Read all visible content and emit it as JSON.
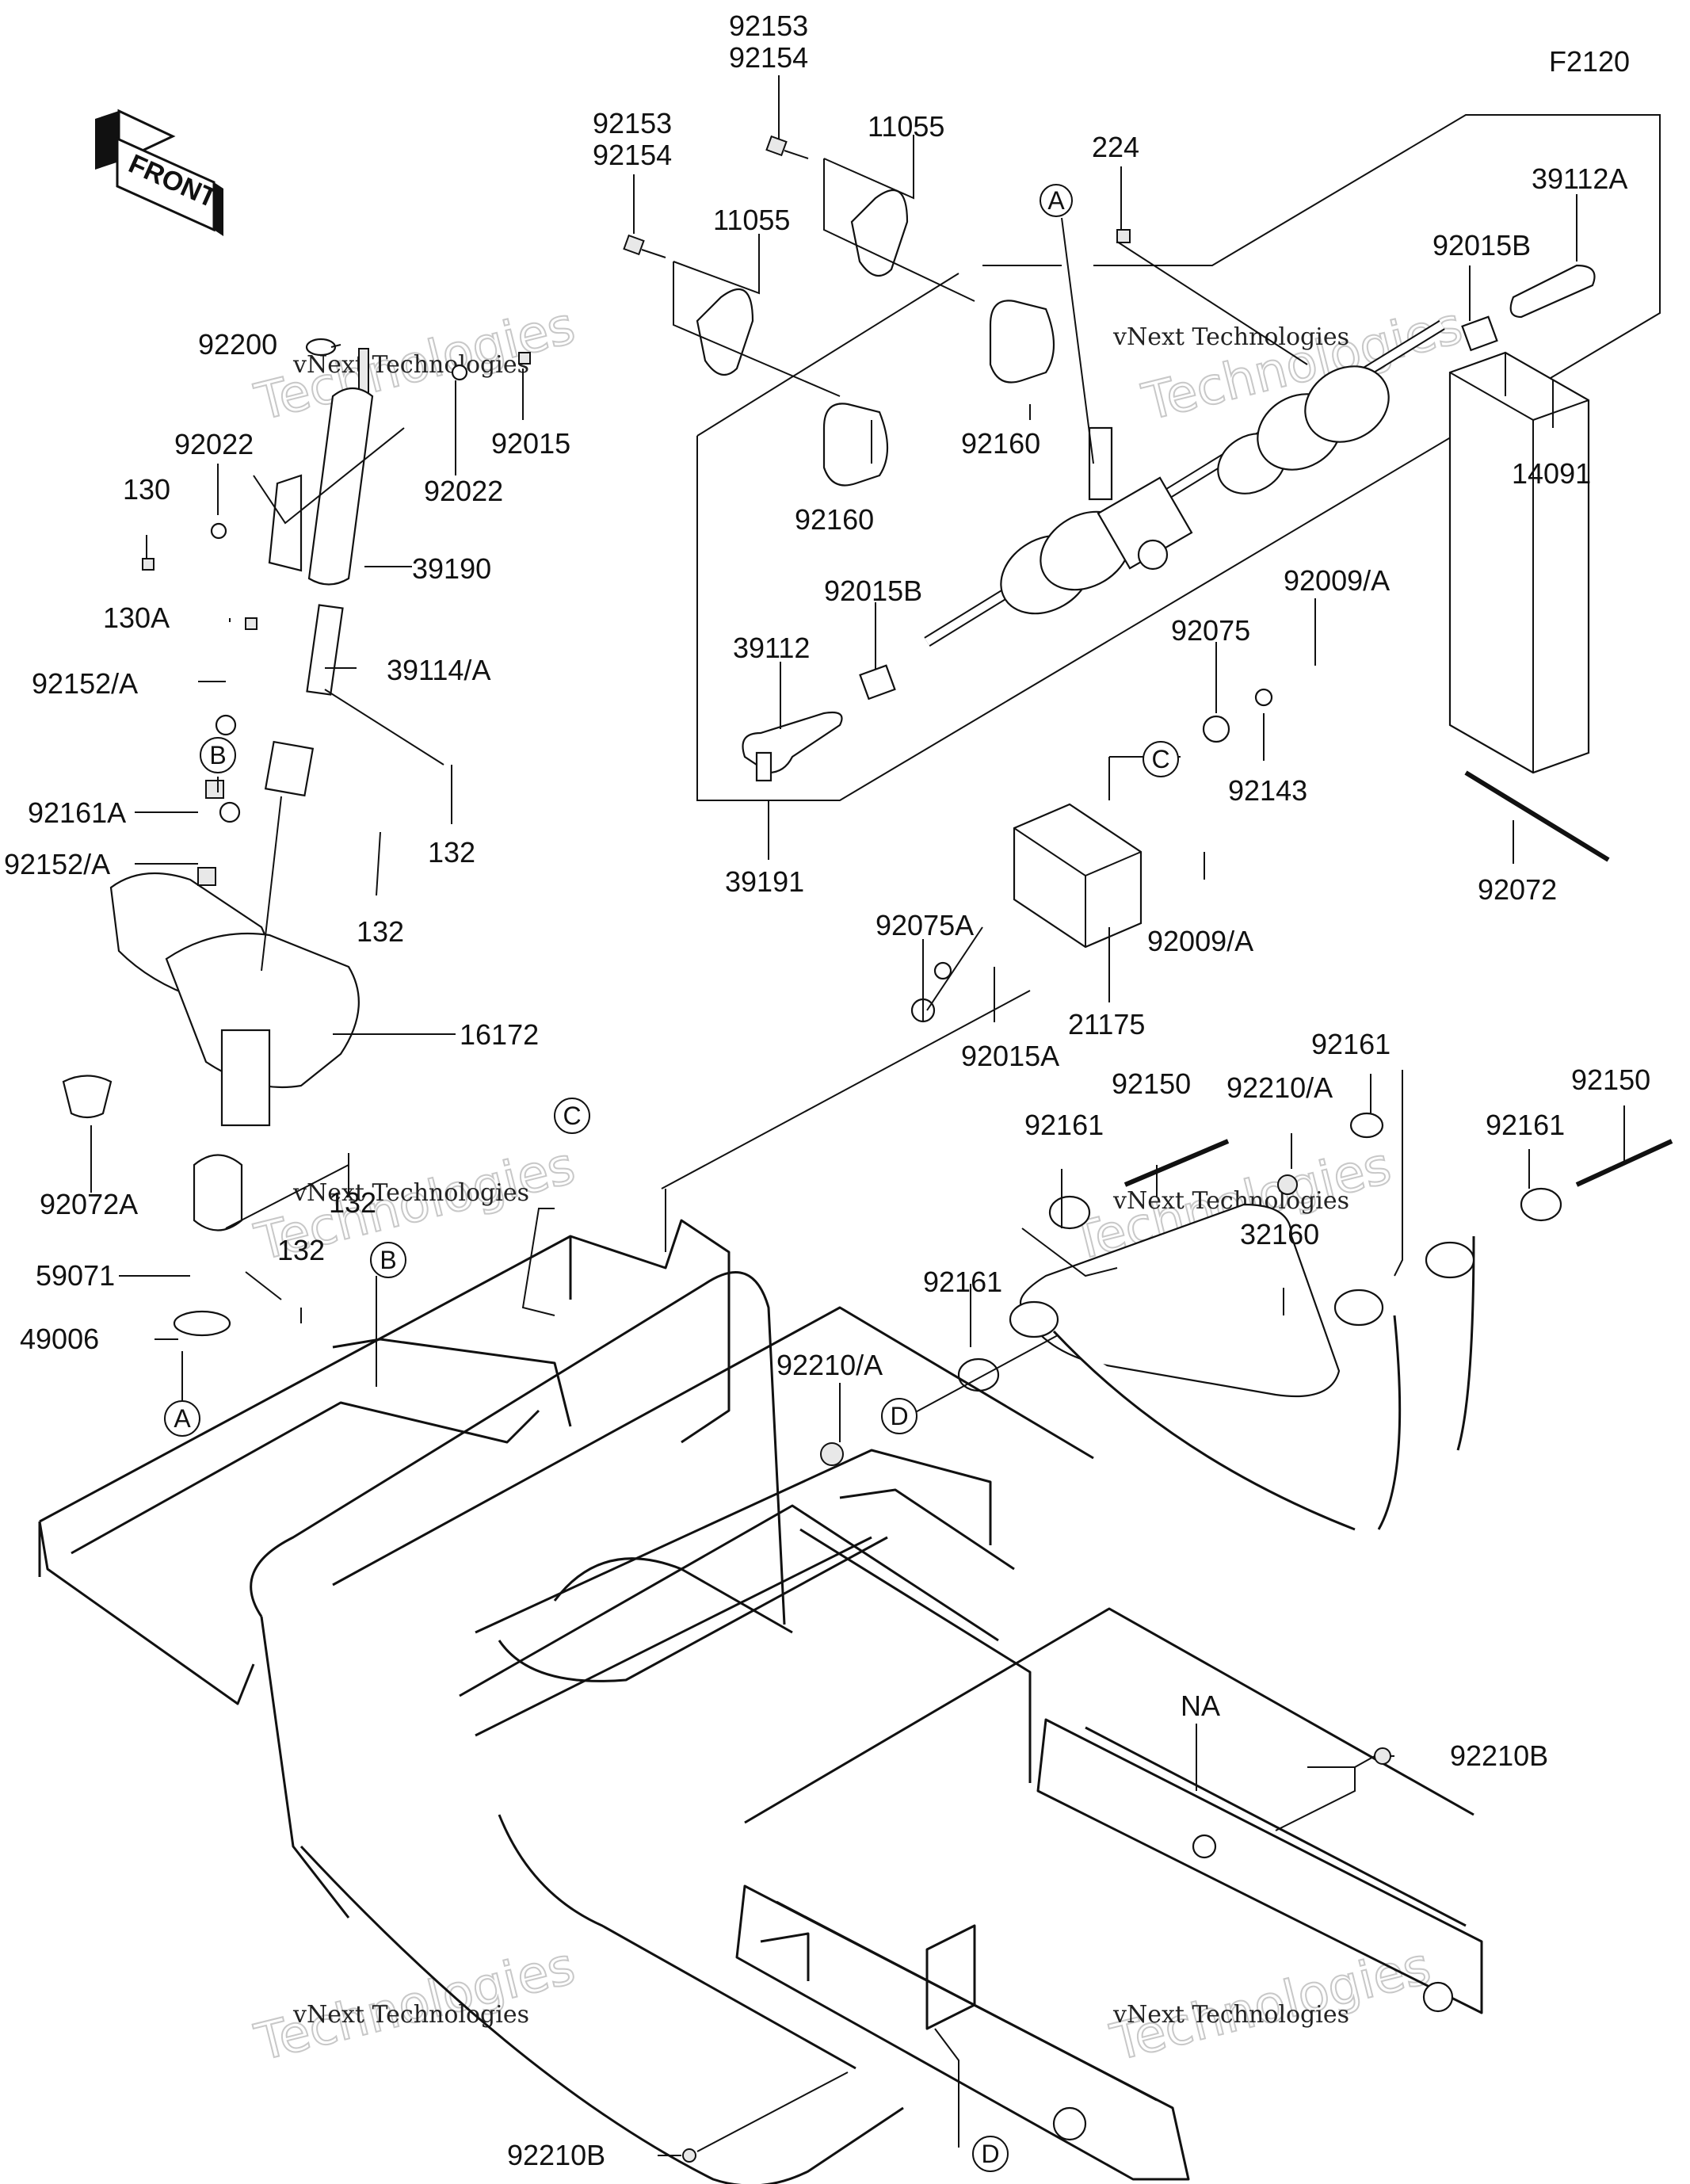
{
  "figure_code": "F2120",
  "front_label": "FRONT",
  "watermark": {
    "line1": "vNext Technologies",
    "line2": "Technologies"
  },
  "callouts": {
    "A": "A",
    "B": "B",
    "C": "C",
    "D": "D"
  },
  "parts": {
    "p92153_top": "92153",
    "p92154_top": "92154",
    "p92153_left": "92153",
    "p92154_left": "92154",
    "p11055_right": "11055",
    "p11055_left": "11055",
    "p224": "224",
    "p39112A": "39112A",
    "p92015B_right": "92015B",
    "p92160_right": "92160",
    "p92160_left": "92160",
    "p92200": "92200",
    "p92015": "92015",
    "p92022_left": "92022",
    "p92022_right": "92022",
    "p130": "130",
    "p39190": "39190",
    "p130A": "130A",
    "p92152A_top": "92152/A",
    "p39114A": "39114/A",
    "p92015B_left": "92015B",
    "p39112": "39112",
    "p92009A_top": "92009/A",
    "p92075": "92075",
    "p92143": "92143",
    "p14091": "14091",
    "p92161A": "92161A",
    "p92152A_bottom": "92152/A",
    "p132_a": "132",
    "p132_b": "132",
    "p132_c": "132",
    "p132_d": "132",
    "p39191": "39191",
    "p92072": "92072",
    "p92075A": "92075A",
    "p92009A_bottom": "92009/A",
    "p21175": "21175",
    "p16172": "16172",
    "p92015A": "92015A",
    "p92161_a": "92161",
    "p92161_b": "92161",
    "p92161_c": "92161",
    "p92161_d": "92161",
    "p92150_a": "92150",
    "p92150_b": "92150",
    "p92210A_top": "92210/A",
    "p92210A_bottom": "92210/A",
    "p92072A": "92072A",
    "p32160": "32160",
    "p59071": "59071",
    "p49006": "49006",
    "pNA": "NA",
    "p92210B_right": "92210B",
    "p92210B_bottom": "92210B"
  }
}
